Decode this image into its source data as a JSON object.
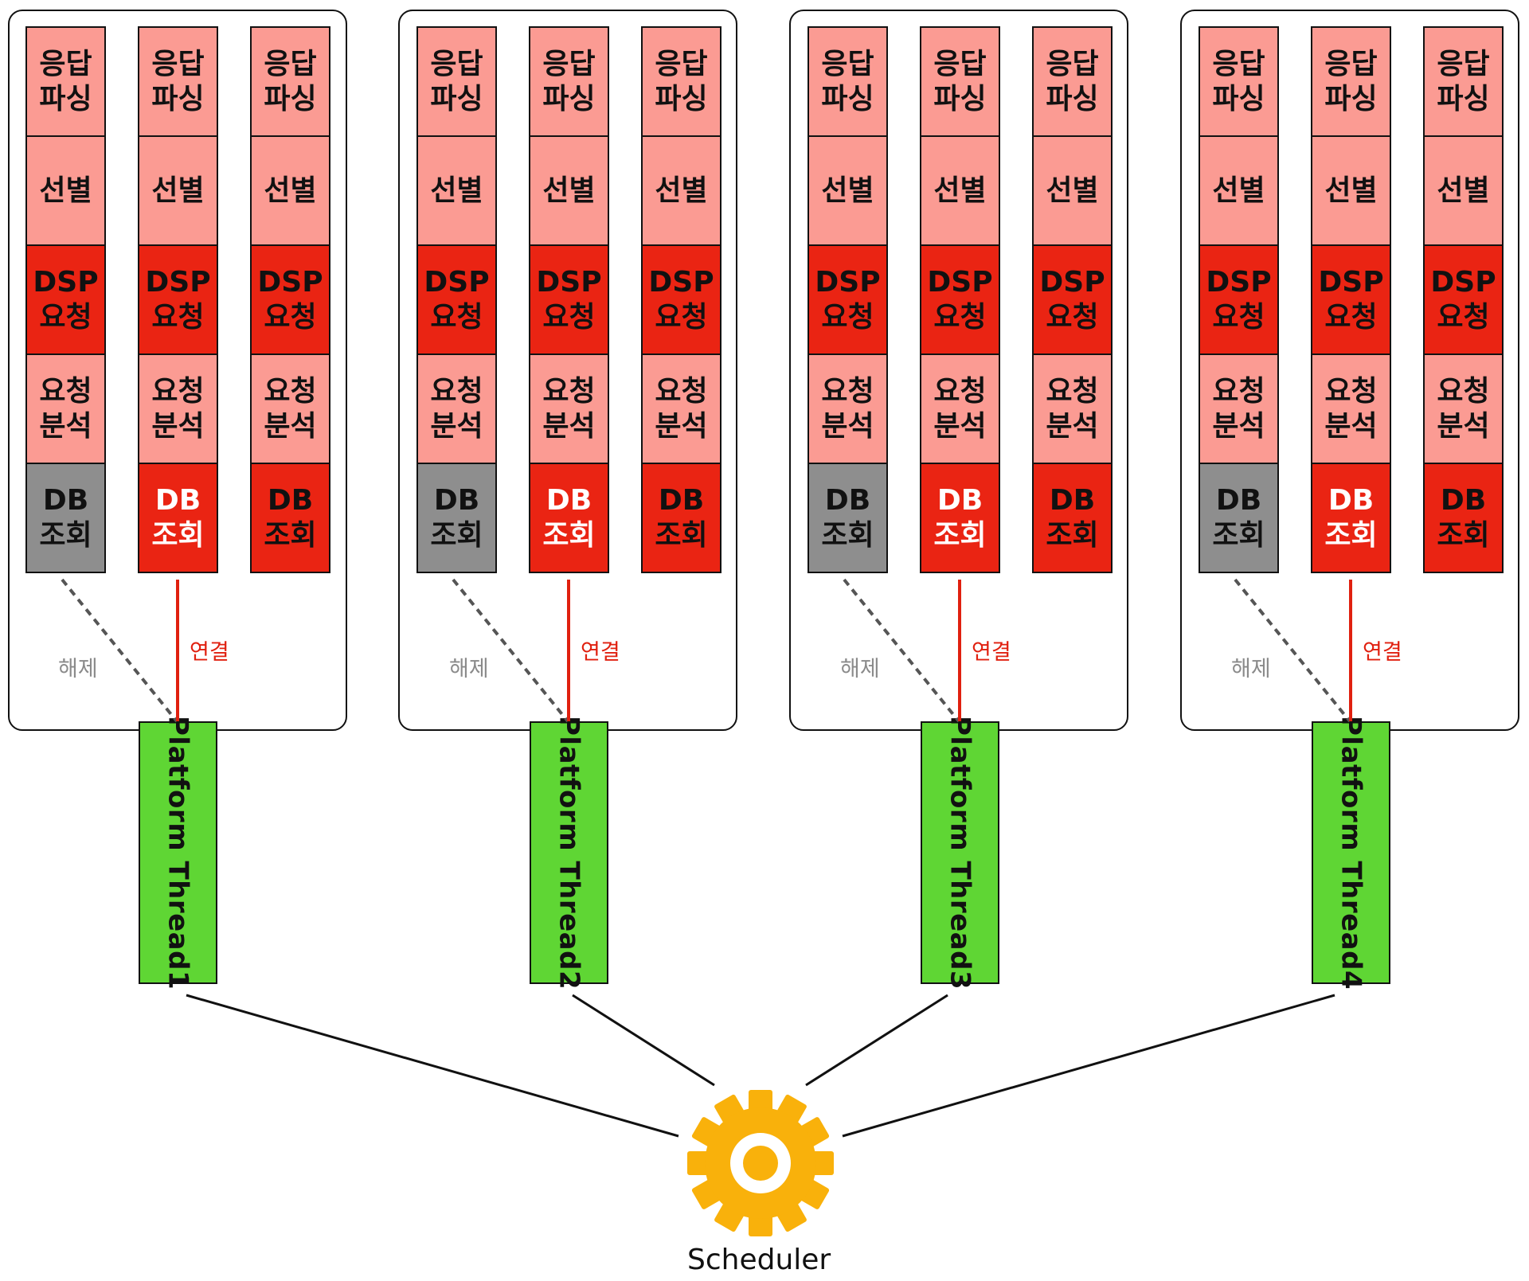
{
  "groups": [
    {
      "thread_label": "Platform Thread1",
      "release_label": "해제",
      "connect_label": "연결",
      "columns": [
        {
          "tasks": [
            "응답\n파싱",
            "선별",
            "DSP\n요청",
            "요청\n분석",
            "DB\n조회"
          ],
          "db_state": "idle"
        },
        {
          "tasks": [
            "응답\n파싱",
            "선별",
            "DSP\n요청",
            "요청\n분석",
            "DB\n조회"
          ],
          "db_state": "connected"
        },
        {
          "tasks": [
            "응답\n파싱",
            "선별",
            "DSP\n요청",
            "요청\n분석",
            "DB\n조회"
          ],
          "db_state": "active"
        }
      ]
    },
    {
      "thread_label": "Platform Thread2",
      "release_label": "해제",
      "connect_label": "연결",
      "columns": [
        {
          "tasks": [
            "응답\n파싱",
            "선별",
            "DSP\n요청",
            "요청\n분석",
            "DB\n조회"
          ],
          "db_state": "idle"
        },
        {
          "tasks": [
            "응답\n파싱",
            "선별",
            "DSP\n요청",
            "요청\n분석",
            "DB\n조회"
          ],
          "db_state": "connected"
        },
        {
          "tasks": [
            "응답\n파싱",
            "선별",
            "DSP\n요청",
            "요청\n분석",
            "DB\n조회"
          ],
          "db_state": "active"
        }
      ]
    },
    {
      "thread_label": "Platform Thread3",
      "release_label": "해제",
      "connect_label": "연결",
      "columns": [
        {
          "tasks": [
            "응답\n파싱",
            "선별",
            "DSP\n요청",
            "요청\n분석",
            "DB\n조회"
          ],
          "db_state": "idle"
        },
        {
          "tasks": [
            "응답\n파싱",
            "선별",
            "DSP\n요청",
            "요청\n분석",
            "DB\n조회"
          ],
          "db_state": "connected"
        },
        {
          "tasks": [
            "응답\n파싱",
            "선별",
            "DSP\n요청",
            "요청\n분석",
            "DB\n조회"
          ],
          "db_state": "active"
        }
      ]
    },
    {
      "thread_label": "Platform Thread4",
      "release_label": "해제",
      "connect_label": "연결",
      "columns": [
        {
          "tasks": [
            "응답\n파싱",
            "선별",
            "DSP\n요청",
            "요청\n분석",
            "DB\n조회"
          ],
          "db_state": "idle"
        },
        {
          "tasks": [
            "응답\n파싱",
            "선별",
            "DSP\n요청",
            "요청\n분석",
            "DB\n조회"
          ],
          "db_state": "connected"
        },
        {
          "tasks": [
            "응답\n파싱",
            "선별",
            "DSP\n요청",
            "요청\n분석",
            "DB\n조회"
          ],
          "db_state": "active"
        }
      ]
    }
  ],
  "scheduler": {
    "label": "Scheduler",
    "icon": "gear-icon",
    "color": "#f9b10b"
  },
  "colors": {
    "light_task": "#fb9b93",
    "dark_task": "#ea2413",
    "db_idle": "#8e8e8e",
    "thread": "#5fd634",
    "connect": "#e0200f",
    "release": "#555555"
  }
}
